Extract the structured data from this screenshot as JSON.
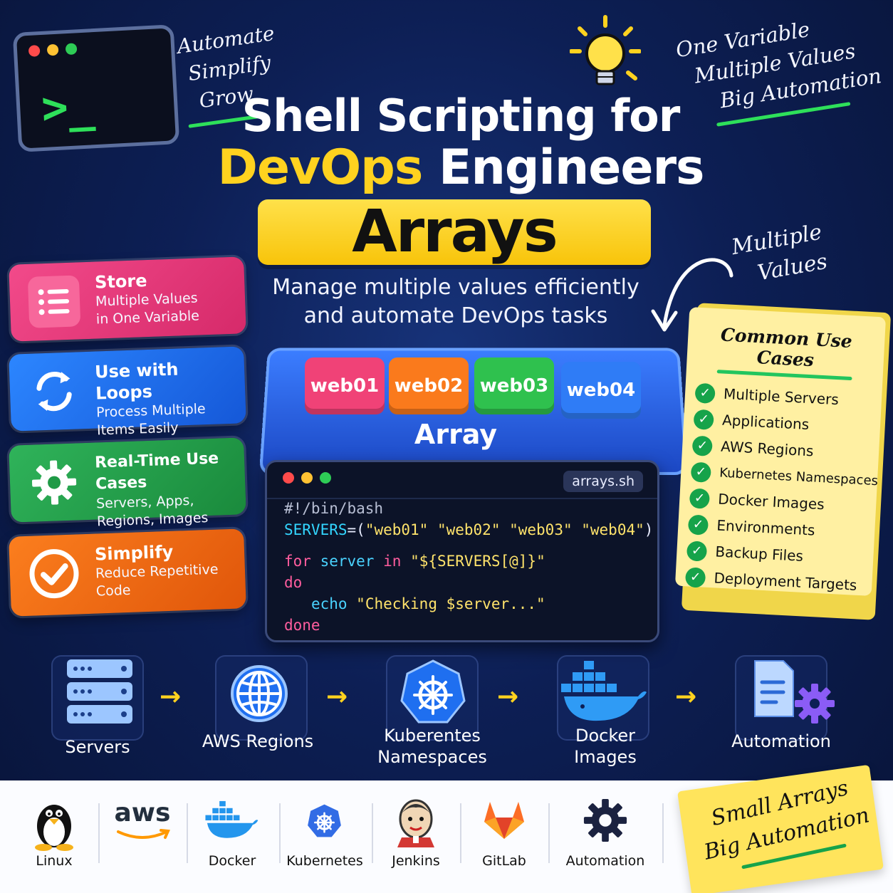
{
  "slogans": {
    "top_left": [
      "Automate",
      "Simplify",
      "Grow"
    ],
    "top_right": [
      "One Variable",
      "Multiple Values",
      "Big Automation"
    ],
    "multiple_values": [
      "Multiple",
      "Values"
    ]
  },
  "title": {
    "line1": "Shell Scripting for",
    "line2_highlight": "DevOps",
    "line2_rest": "Engineers",
    "banner": "Arrays",
    "subtitle_line1": "Manage multiple values efficiently",
    "subtitle_line2": "and automate DevOps tasks"
  },
  "features": [
    {
      "heading": "Store",
      "line1": "Multiple Values",
      "line2": "in One Variable",
      "color": "#e23679"
    },
    {
      "heading": "Use with Loops",
      "line1": "Process Multiple",
      "line2": "Items Easily",
      "color": "#1f6ff0"
    },
    {
      "heading": "Real-Time Use Cases",
      "line1": "Servers, Apps,",
      "line2": "Regions, Images",
      "color": "#22a34c"
    },
    {
      "heading": "Simplify",
      "line1": "Reduce Repetitive",
      "line2": "Code",
      "color": "#f06a14"
    }
  ],
  "array": {
    "label": "Array",
    "items": [
      "web01",
      "web02",
      "web03",
      "web04"
    ]
  },
  "code": {
    "filename": "arrays.sh",
    "shebang": "#!/bin/bash",
    "var": "SERVERS",
    "assign": "=(",
    "values": "\"web01\" \"web02\" \"web03\" \"web04\"",
    "close": ")",
    "for_kw": "for",
    "for_var": "server",
    "in_kw": "in",
    "for_expr": "\"${SERVERS[@]}\"",
    "do_kw": "do",
    "echo_kw": "echo",
    "echo_str": "\"Checking $server...\"",
    "done_kw": "done"
  },
  "use_cases": {
    "heading": "Common Use Cases",
    "items": [
      "Multiple Servers",
      "Applications",
      "AWS Regions",
      "Kubernetes Namespaces",
      "Docker Images",
      "Environments",
      "Backup Files",
      "Deployment Targets"
    ]
  },
  "flow": [
    {
      "label1": "Servers",
      "label2": "",
      "icon": "server-stack-icon"
    },
    {
      "label1": "AWS Regions",
      "label2": "",
      "icon": "globe-icon"
    },
    {
      "label1": "Kuberentes",
      "label2": "Namespaces",
      "icon": "kubernetes-helm-icon"
    },
    {
      "label1": "Docker",
      "label2": "Images",
      "icon": "docker-whale-icon"
    },
    {
      "label1": "Automation",
      "label2": "",
      "icon": "document-gear-icon"
    }
  ],
  "tools": [
    {
      "name": "Linux",
      "icon": "tux-penguin-icon"
    },
    {
      "name": "aws",
      "icon": "aws-logo"
    },
    {
      "name": "Docker",
      "icon": "docker-whale-icon"
    },
    {
      "name": "Kubernetes",
      "icon": "kubernetes-helm-icon"
    },
    {
      "name": "Jenkins",
      "icon": "jenkins-butler-icon"
    },
    {
      "name": "GitLab",
      "icon": "gitlab-fox-icon"
    },
    {
      "name": "Automation",
      "icon": "gear-icon"
    }
  ],
  "sticky": {
    "line1": "Small Arrays",
    "line2": "Big Automation"
  },
  "colors": {
    "accent_yellow": "#ffd21f",
    "accent_green": "#2ee05a",
    "background": "#0d1f55"
  }
}
